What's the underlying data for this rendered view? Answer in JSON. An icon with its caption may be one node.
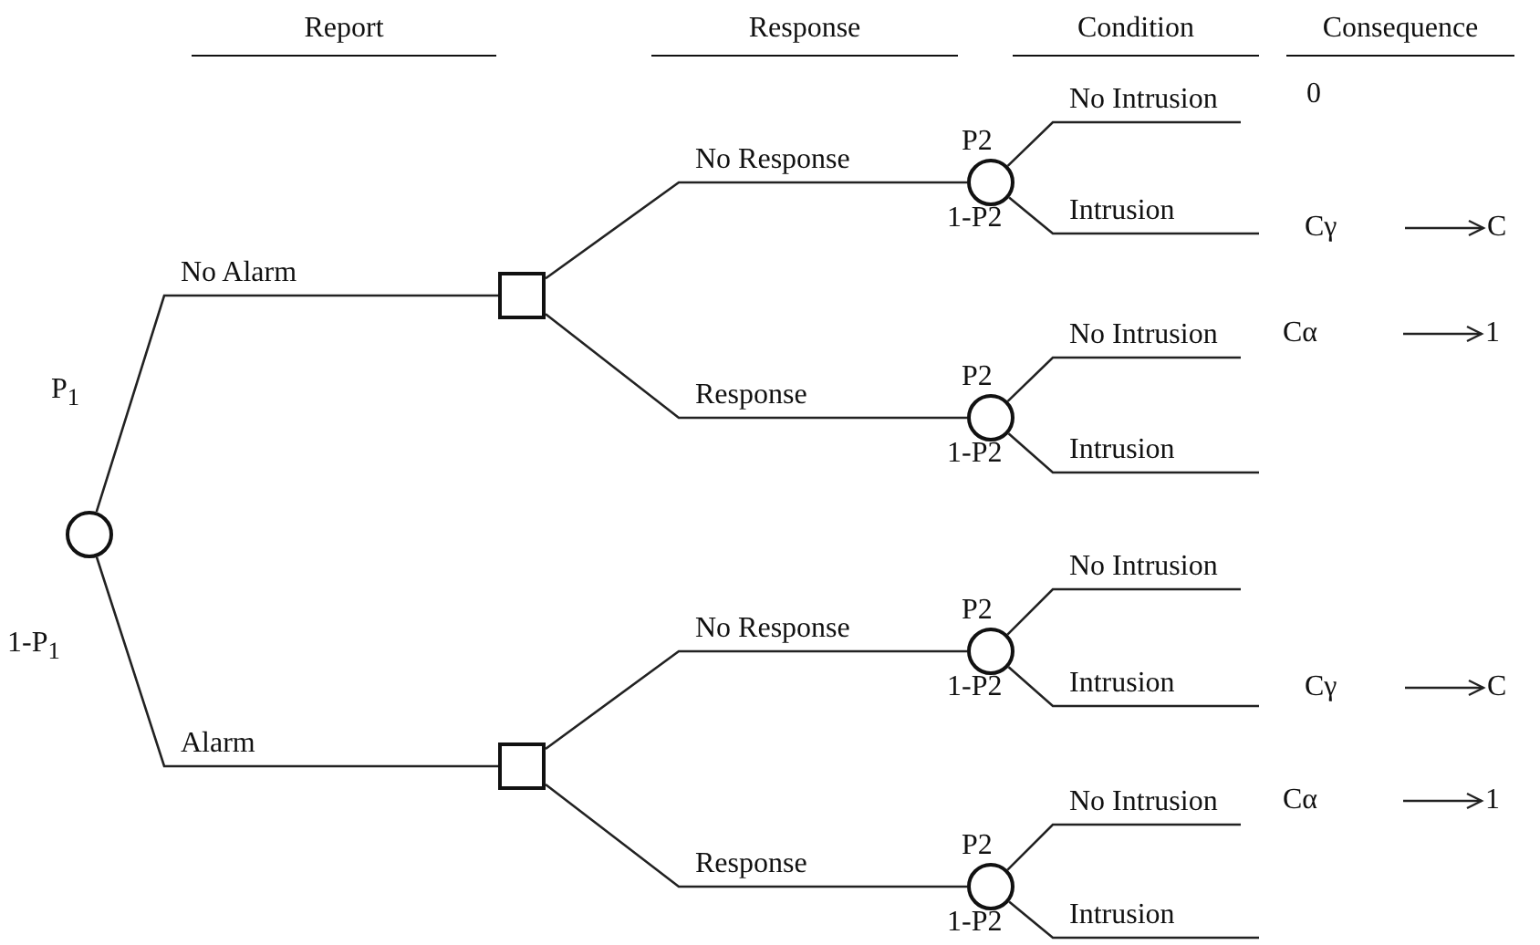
{
  "diagram": {
    "nodes": [
      {
        "text": [],
        "shape": "circle"
      },
      {
        "text": [],
        "shape": "box"
      },
      {
        "text": [],
        "shape": "box"
      },
      {
        "text": [],
        "shape": "circle",
        "beside": [
          "P2",
          "1-P2"
        ]
      },
      {
        "text": [],
        "shape": "circle",
        "beside": [
          "P2",
          "1-P2"
        ]
      },
      {
        "text": [],
        "shape": "circle",
        "beside": [
          "P2",
          "1-P2"
        ]
      },
      {
        "text": [],
        "shape": "circle",
        "beside": [
          "P2",
          "1-P2"
        ]
      }
    ],
    "edges": [
      {
        "from": 0,
        "to": 1,
        "arrow": "none",
        "label": "No Alarm"
      },
      {
        "from": 0,
        "to": 2,
        "arrow": "none",
        "label": "Alarm"
      },
      {
        "from": 1,
        "to": 3,
        "arrow": "none",
        "label": "No Response"
      },
      {
        "from": 1,
        "to": 4,
        "arrow": "none",
        "label": "Response"
      },
      {
        "from": 2,
        "to": 5,
        "arrow": "none",
        "label": "No Response"
      },
      {
        "from": 2,
        "to": 6,
        "arrow": "none",
        "label": "Response"
      },
      {
        "from": 3,
        "to": null,
        "arrow": "none",
        "label": "No Intrusion"
      },
      {
        "from": 3,
        "to": null,
        "arrow": "none",
        "label": "Intrusion"
      },
      {
        "from": 4,
        "to": null,
        "arrow": "none",
        "label": "No Intrusion"
      },
      {
        "from": 4,
        "to": null,
        "arrow": "none",
        "label": "Intrusion"
      },
      {
        "from": 5,
        "to": null,
        "arrow": "none",
        "label": "No Intrusion"
      },
      {
        "from": 5,
        "to": null,
        "arrow": "none",
        "label": "Intrusion"
      },
      {
        "from": 6,
        "to": null,
        "arrow": "none",
        "label": "No Intrusion"
      },
      {
        "from": 6,
        "to": null,
        "arrow": "none",
        "label": "Intrusion"
      }
    ],
    "labels": [
      "Report",
      "Response",
      "Condition",
      "Consequence",
      "0",
      "Cγ",
      "C",
      "Cα",
      "1",
      "P$_{1}$",
      "1-P$_{1}$",
      "Cγ",
      "C",
      "Cα",
      "1"
    ]
  }
}
